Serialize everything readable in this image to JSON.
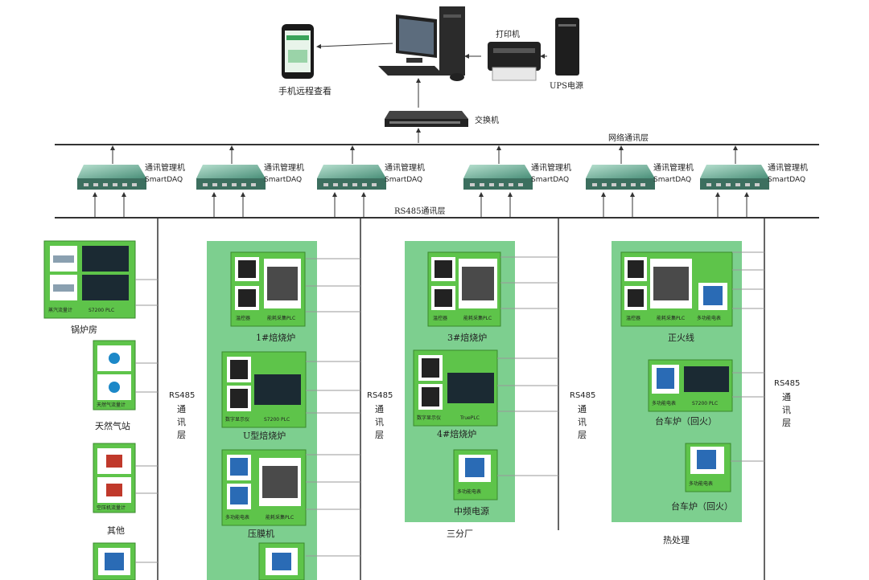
{
  "top": {
    "phone": "手机远程查看",
    "printer": "打印机",
    "ups": "UPS电源",
    "switch": "交换机"
  },
  "layers": {
    "network": "网络通讯层",
    "rs485": "RS485通讯层",
    "vertical": [
      "RS485",
      "通",
      "讯",
      "层"
    ]
  },
  "gateway": {
    "line1": "通讯管理机",
    "line2": "SmartDAQ"
  },
  "sections": {
    "boiler_room": "锅炉房",
    "gas_station": "天然气站",
    "other": "其他",
    "plant3": "三分厂",
    "heat_treatment": "热处理"
  },
  "left_items": {
    "boiler_meter": "蒸汽流量计",
    "boiler_plc": "S7200 PLC",
    "gas_meter": "天然气流量计",
    "other_meter": "空压机流量计"
  },
  "units": {
    "furnace1": "1#焙烧炉",
    "furnace_u": "U型焙烧炉",
    "press": "压膜机",
    "furnace3": "3#焙烧炉",
    "furnace4": "4#焙烧炉",
    "mf_power": "中频电源",
    "normalize": "正火线",
    "car_furnace1": "台车炉（回火）",
    "car_furnace2": "台车炉（回火）"
  },
  "device_labels": {
    "temp_ctrl": "温控器",
    "power_plc": "能耗采集PLC",
    "digital_meter": "数字显示仪",
    "s7200": "S7200 PLC",
    "true_plc": "TruePLC",
    "multi_meter": "多功能电表"
  },
  "colors": {
    "green_panel": "#7dcf8f",
    "green_box": "#5ec44a",
    "line": "#333333"
  }
}
